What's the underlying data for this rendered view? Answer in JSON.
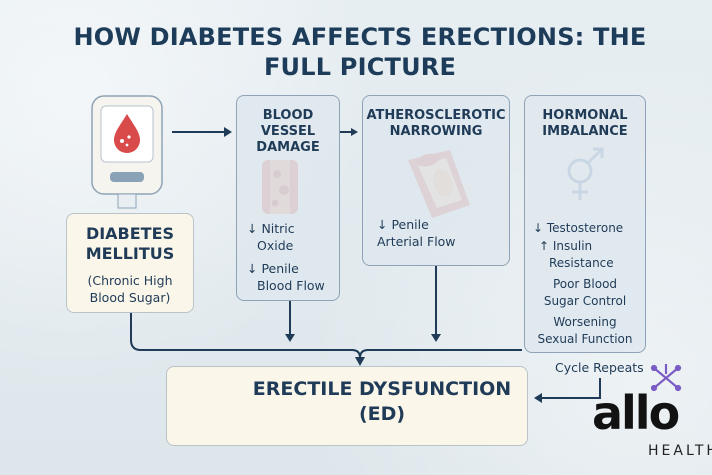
{
  "title": "HOW DIABETES AFFECTS ERECTIONS: THE FULL PICTURE",
  "diabetes": {
    "title_line1": "DIABETES",
    "title_line2": "MELLITUS",
    "desc_line1": "(Chronic High",
    "desc_line2": "Blood Sugar)"
  },
  "blood_vessel": {
    "heading_line1": "BLOOD",
    "heading_line2": "VESSEL",
    "heading_line3": "DAMAGE",
    "item1_line1": "↓ Nitric",
    "item1_line2": "Oxide",
    "item2_line1": "↓ Penile",
    "item2_line2": "Blood Flow"
  },
  "athero": {
    "heading_line1": "ATHEROSCLEROTIC",
    "heading_line2": "NARROWING",
    "item1_line1": "↓ Penile",
    "item1_line2": "Arterial Flow"
  },
  "hormonal": {
    "heading_line1": "HORMONAL",
    "heading_line2": "IMBALANCE",
    "item1": "↓ Testosterone",
    "item2_line1": "↑ Insulin",
    "item2_line2": "Resistance",
    "item3_line1": "Poor Blood",
    "item3_line2": "Sugar Control",
    "item4_line1": "Worsening",
    "item4_line2": "Sexual Function"
  },
  "ed": {
    "line1": "ERECTILE DYSFUNCTION",
    "line2": "(ED)"
  },
  "cycle_label": "Cycle Repeats",
  "logo": {
    "name": "allo",
    "sub": "HEALTH"
  },
  "colors": {
    "title": "#1d3c5a",
    "text": "#1f3b57",
    "connector": "#1f3b57",
    "box_border": "#8ea3b5",
    "drop": "#d94a4a",
    "logo_accent": "#7b5cc4"
  }
}
